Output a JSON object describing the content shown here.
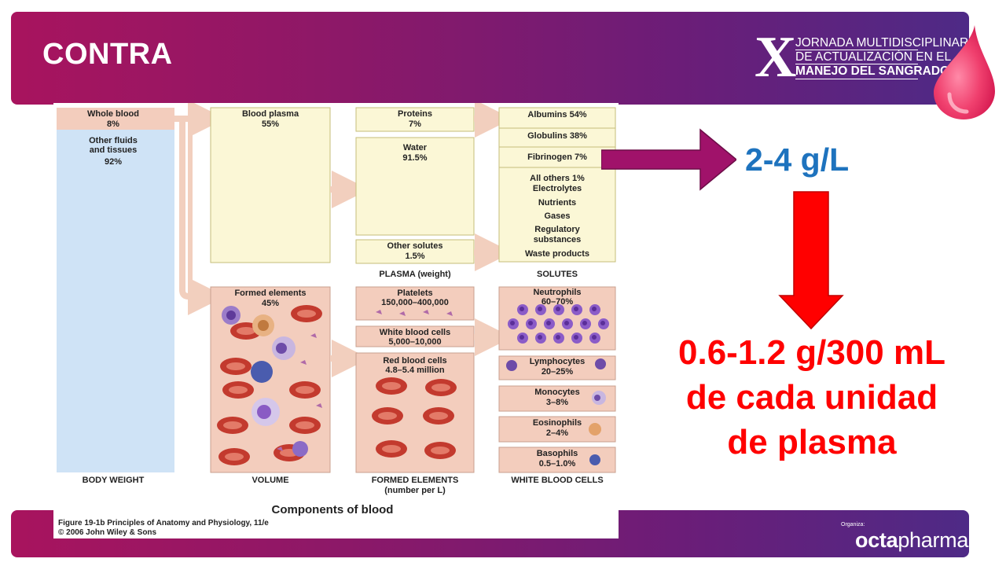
{
  "slide": {
    "title": "CONTRA"
  },
  "event_logo": {
    "numeral": "X",
    "line1": "JORNADA MULTIDISCIPLINAR",
    "line2": "DE ACTUALIZACIÓN EN EL",
    "line3": "MANEJO DEL SANGRADO"
  },
  "footer": {
    "organiza": "Organiza:",
    "brand_bold": "octa",
    "brand_light": "pharma"
  },
  "figure": {
    "col1": {
      "whole_blood": "Whole blood",
      "whole_blood_pct": "8%",
      "other_fluids": "Other fluids",
      "and_tissues": "and tissues",
      "other_pct": "92%",
      "label": "BODY WEIGHT"
    },
    "col2": {
      "plasma": "Blood plasma",
      "plasma_pct": "55%",
      "formed": "Formed elements",
      "formed_pct": "45%",
      "label": "VOLUME"
    },
    "col3": {
      "proteins": "Proteins",
      "proteins_pct": "7%",
      "water": "Water",
      "water_pct": "91.5%",
      "other_solutes": "Other solutes",
      "other_solutes_pct": "1.5%",
      "plasma_label": "PLASMA (weight)",
      "platelets": "Platelets",
      "platelets_count": "150,000–400,000",
      "wbc": "White blood cells",
      "wbc_count": "5,000–10,000",
      "rbc": "Red blood cells",
      "rbc_count": "4.8–5.4 million",
      "label": "FORMED ELEMENTS",
      "sublabel": "(number per L)"
    },
    "col4": {
      "albumins": "Albumins 54%",
      "globulins": "Globulins 38%",
      "fibrinogen": "Fibrinogen 7%",
      "others": [
        "All others 1%",
        "Electrolytes",
        "Nutrients",
        "Gases",
        "Regulatory",
        "substances",
        "Waste products"
      ],
      "solutes_label": "SOLUTES",
      "neutrophils": "Neutrophils",
      "neutrophils_pct": "60–70%",
      "lymphocytes": "Lymphocytes",
      "lymphocytes_pct": "20–25%",
      "monocytes": "Monocytes",
      "monocytes_pct": "3–8%",
      "eosinophils": "Eosinophils",
      "eosinophils_pct": "2–4%",
      "basophils": "Basophils",
      "basophils_pct": "0.5–1.0%",
      "label": "WHITE BLOOD CELLS"
    },
    "caption": "Components of blood",
    "credit1": "Figure 19-1b  Principles of Anatomy and Physiology, 11/e",
    "credit2": "© 2006 John Wiley & Sons"
  },
  "result": {
    "value": "2-4 g/L"
  },
  "conclusion": {
    "line1": "0.6-1.2 g/300 mL",
    "line2": "de cada unidad",
    "line3": "de plasma"
  },
  "colors": {
    "title_bar_start": "#a8145e",
    "title_bar_end": "#4e2a86",
    "result_blue": "#1e73be",
    "conclusion_red": "#ff0000",
    "arrow_purple": "#a0126a"
  }
}
